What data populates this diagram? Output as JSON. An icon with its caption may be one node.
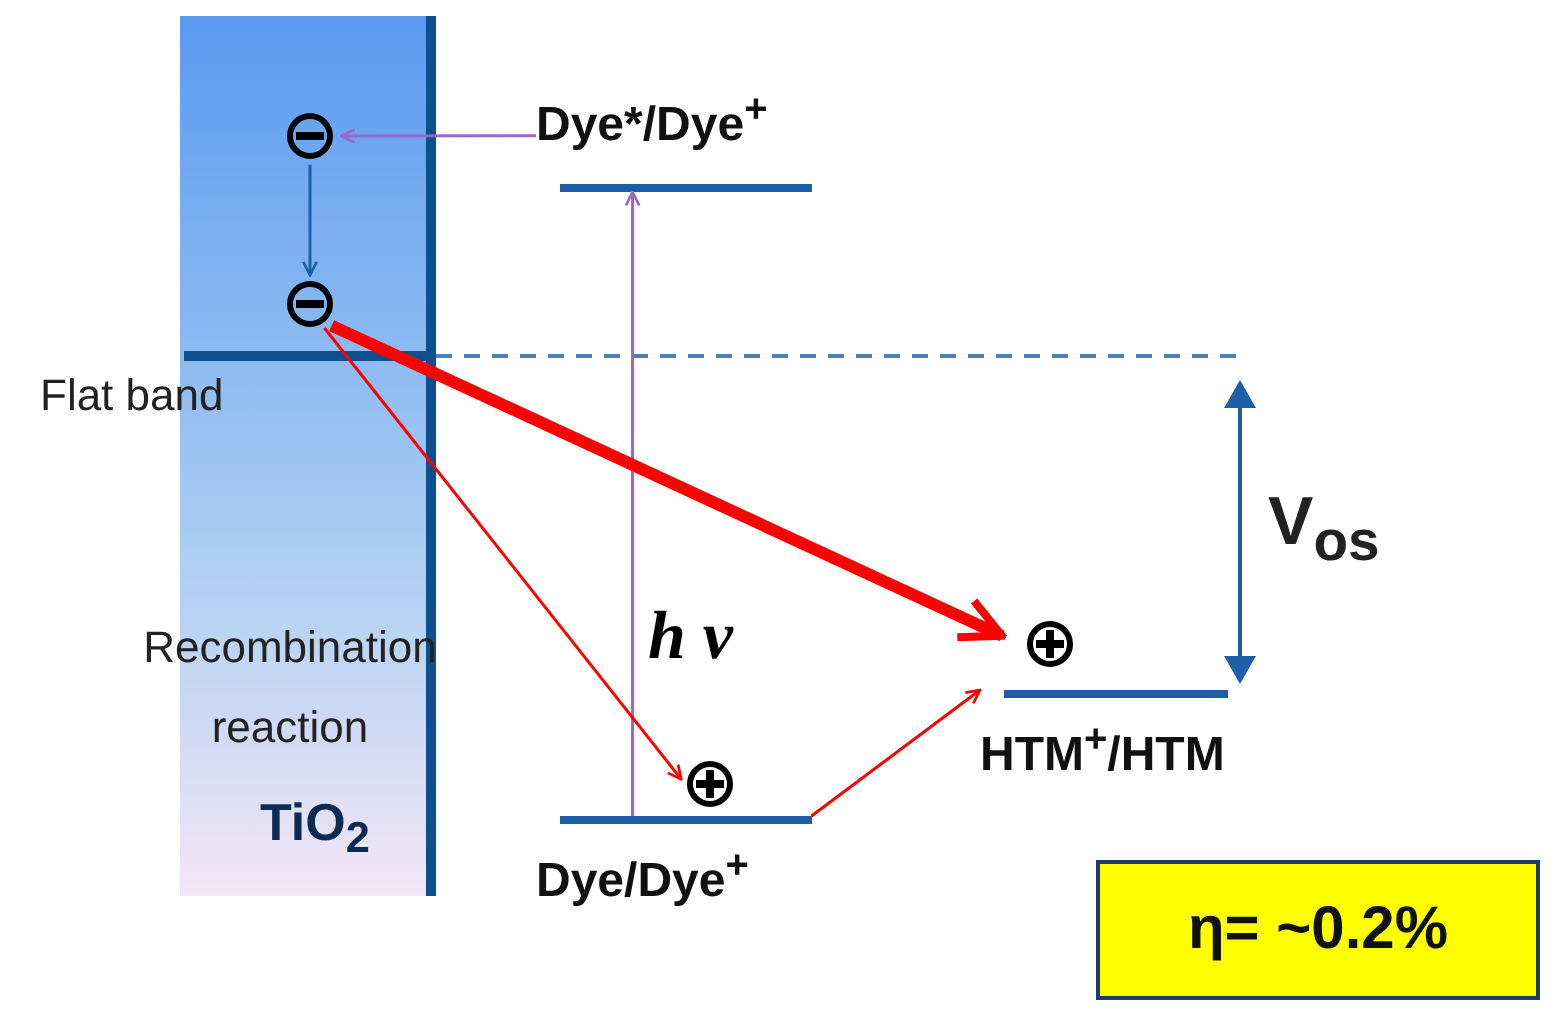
{
  "diagram": {
    "nodes": [
      {
        "text": [
          "TiO$_{2}$"
        ]
      },
      {
        "text": [],
        "shape": "circle",
        "in": 0
      },
      {
        "text": [],
        "shape": "circle",
        "in": 0
      },
      {
        "text": [
          "Dye*/Dye$^{+}$"
        ]
      },
      {
        "text": [
          "Dye/Dye$^{+}$"
        ]
      },
      {
        "text": [],
        "shape": "circle"
      },
      {
        "text": [
          "HTM$^{+}$/HTM"
        ]
      },
      {
        "text": [],
        "shape": "circle"
      },
      {
        "text": [
          "η= ~0.2%"
        ]
      }
    ],
    "edges": [
      {
        "from": 3,
        "to": 1,
        "arrow": "to",
        "color": "#9966cc"
      },
      {
        "from": 1,
        "to": 2,
        "arrow": "to",
        "color": "#1f5fa8"
      },
      {
        "from": 4,
        "to": 3,
        "arrow": "to",
        "label": "h ν",
        "color": "#9966cc"
      },
      {
        "from": 2,
        "to": 7,
        "arrow": "to",
        "style": "thick"
      },
      {
        "from": 2,
        "to": 5,
        "arrow": "to"
      },
      {
        "from": 4,
        "to": 6,
        "arrow": "to"
      }
    ],
    "labels": [
      "Flat band",
      "Recombination reaction",
      "V$_{os}$"
    ]
  }
}
